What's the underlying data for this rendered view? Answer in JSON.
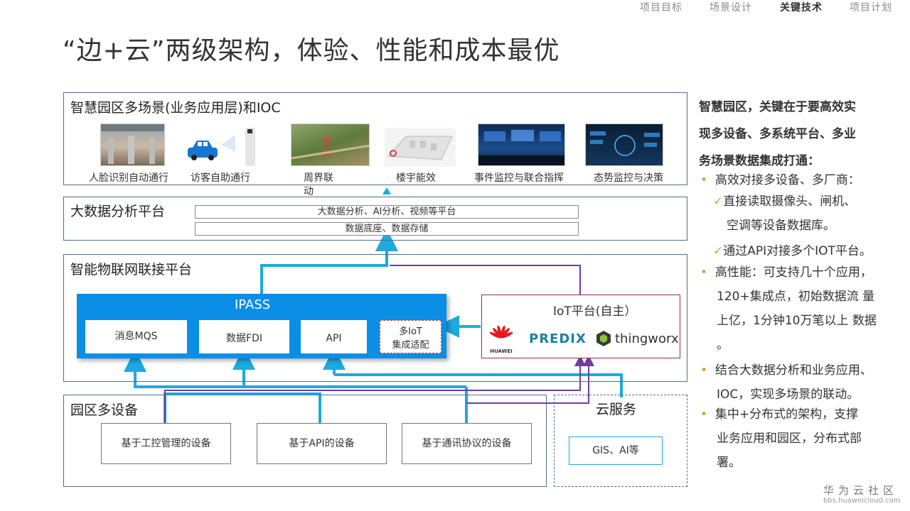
{
  "nav": {
    "items": [
      "项目目标",
      "场景设计",
      "关键技术",
      "项目计划"
    ],
    "active": "关键技术"
  },
  "title": "“边+云”两级架构，体验、性能和成本最优",
  "layers": {
    "app": {
      "title": "智慧园区多场景(业务应用层)和IOC",
      "scenes": [
        {
          "caption": "人脸识别自动通行"
        },
        {
          "caption": "访客自助通行"
        },
        {
          "caption_line1": "周界联",
          "caption_line2": "动"
        },
        {
          "caption": "楼宇能效"
        },
        {
          "caption": "事件监控与联合指挥"
        },
        {
          "caption": "态势监控与决策"
        }
      ]
    },
    "bigdata": {
      "title": "大数据分析平台",
      "bar1": "大数据分析、AI分析、视频等平台",
      "bar2": "数据底座、数据存储"
    },
    "iot": {
      "title": "智能物联网联接平台",
      "ipass": {
        "title": "IPASS",
        "boxes": [
          "消息MQS",
          "数据FDI",
          "API"
        ],
        "adapter_line1": "多IoT",
        "adapter_line2": "集成适配"
      },
      "iot_platform": {
        "title": "IoT平台(自主）",
        "huawei_text": "HUAWEI",
        "predix": "PREDIX",
        "thingworx": "thingworx"
      }
    },
    "devices": {
      "title": "园区多设备",
      "boxes": [
        "基于工控管理的设备",
        "基于API的设备",
        "基于通讯协议的设备"
      ]
    },
    "cloud": {
      "title": "云服务",
      "box": "GIS、AI等"
    }
  },
  "sidebar": {
    "heading": [
      "智慧园区，关键在于要高效实",
      "现多设备、多系统平台、多业",
      "务场景数据集成打通："
    ],
    "bullet1": "高效对接多设备、多厂商：",
    "check1_line1": "直接读取摄像头、闸机、",
    "check1_line2": "空调等设备数据库。",
    "check2": "通过API对接多个IOT平台。",
    "bullet2": [
      "高性能：可支持几十个应用，",
      "120+集成点，初始数据流 量",
      "上亿，1分钟10万笔以上 数据",
      "。"
    ],
    "bullet3": [
      "结合大数据分析和业务应用、",
      "IOC，实现多场景的联动。"
    ],
    "bullet4": [
      "集中+分布式的架构，支撑",
      "业务应用和园区，分布式部",
      "署。"
    ]
  },
  "watermark": {
    "brand": "华为云社区",
    "url": "bbs.huaweicloud.com"
  },
  "colors": {
    "connector_blue": "#1ea9e1",
    "connector_purple": "#6b3fa0",
    "ipass_blue": "#0a8ee6",
    "bullet_orange": "#e89a2c"
  }
}
